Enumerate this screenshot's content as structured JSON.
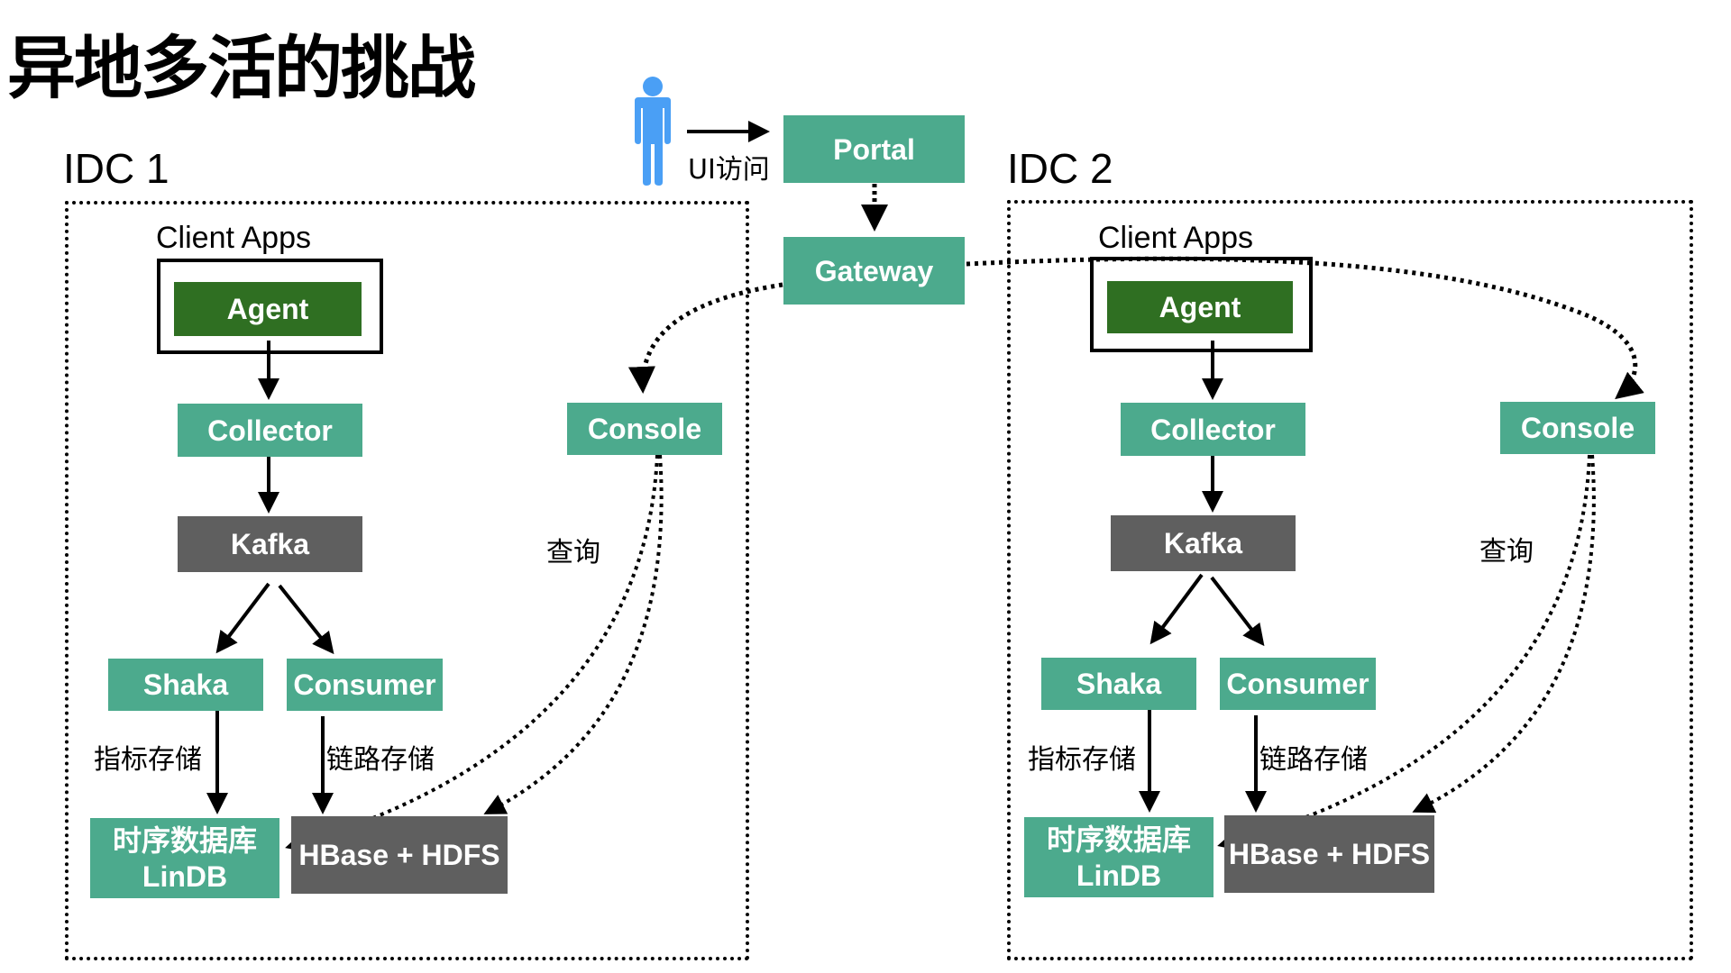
{
  "title": "异地多活的挑战",
  "user": {
    "icon": "person-icon",
    "access_label": "UI访问",
    "color": "#4a9ff5"
  },
  "central": {
    "portal": "Portal",
    "gateway": "Gateway"
  },
  "idcs": [
    {
      "label": "IDC 1",
      "client_apps_label": "Client Apps",
      "agent": "Agent",
      "collector": "Collector",
      "kafka": "Kafka",
      "shaka": "Shaka",
      "consumer": "Consumer",
      "metric_storage_label": "指标存储",
      "trace_storage_label": "链路存储",
      "tsdb_line1": "时序数据库",
      "tsdb_line2": "LinDB",
      "hbase": "HBase + HDFS",
      "console": "Console",
      "query_label": "查询"
    },
    {
      "label": "IDC 2",
      "client_apps_label": "Client Apps",
      "agent": "Agent",
      "collector": "Collector",
      "kafka": "Kafka",
      "shaka": "Shaka",
      "consumer": "Consumer",
      "metric_storage_label": "指标存储",
      "trace_storage_label": "链路存储",
      "tsdb_line1": "时序数据库",
      "tsdb_line2": "LinDB",
      "hbase": "HBase + HDFS",
      "console": "Console",
      "query_label": "查询"
    }
  ],
  "colors": {
    "teal": "#4caa8d",
    "agent_green": "#2f6f22",
    "dark_gray": "#5f5f5f"
  }
}
